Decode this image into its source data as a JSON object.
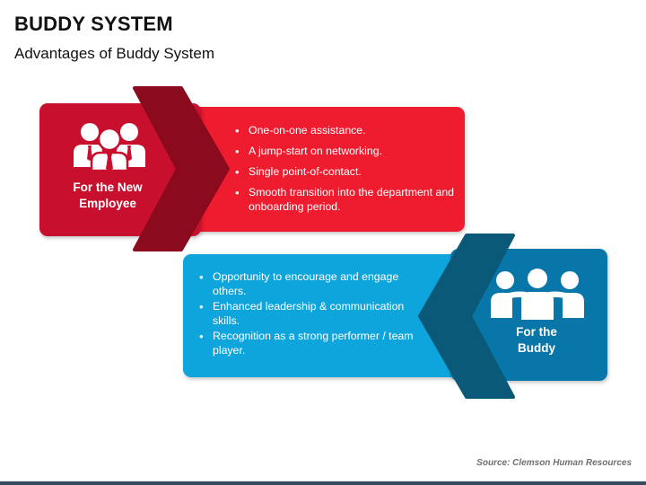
{
  "header": {
    "title": "BUDDY SYSTEM",
    "subtitle": "Advantages of Buddy System"
  },
  "employee_panel": {
    "label_line1": "For the New",
    "label_line2": "Employee",
    "icon": "group-of-employees-icon",
    "bullets": [
      "One-on-one assistance.",
      "A jump-start on networking.",
      "Single point-of-contact.",
      "Smooth transition into the department and onboarding period."
    ],
    "colors": {
      "left": "#c8102e",
      "right": "#ee1c2e",
      "chevron": "#8b0a1e"
    }
  },
  "buddy_panel": {
    "label_line1": "For the",
    "label_line2": "Buddy",
    "icon": "buddies-embracing-icon",
    "bullets": [
      "Opportunity to encourage and engage others.",
      "Enhanced leadership & communication skills.",
      "Recognition as a strong performer / team player."
    ],
    "colors": {
      "left": "#0ea5dd",
      "right": "#0876a8",
      "chevron": "#0b5978"
    }
  },
  "footer": {
    "source": "Source: Clemson Human Resources",
    "bar_color": "#34495e"
  }
}
